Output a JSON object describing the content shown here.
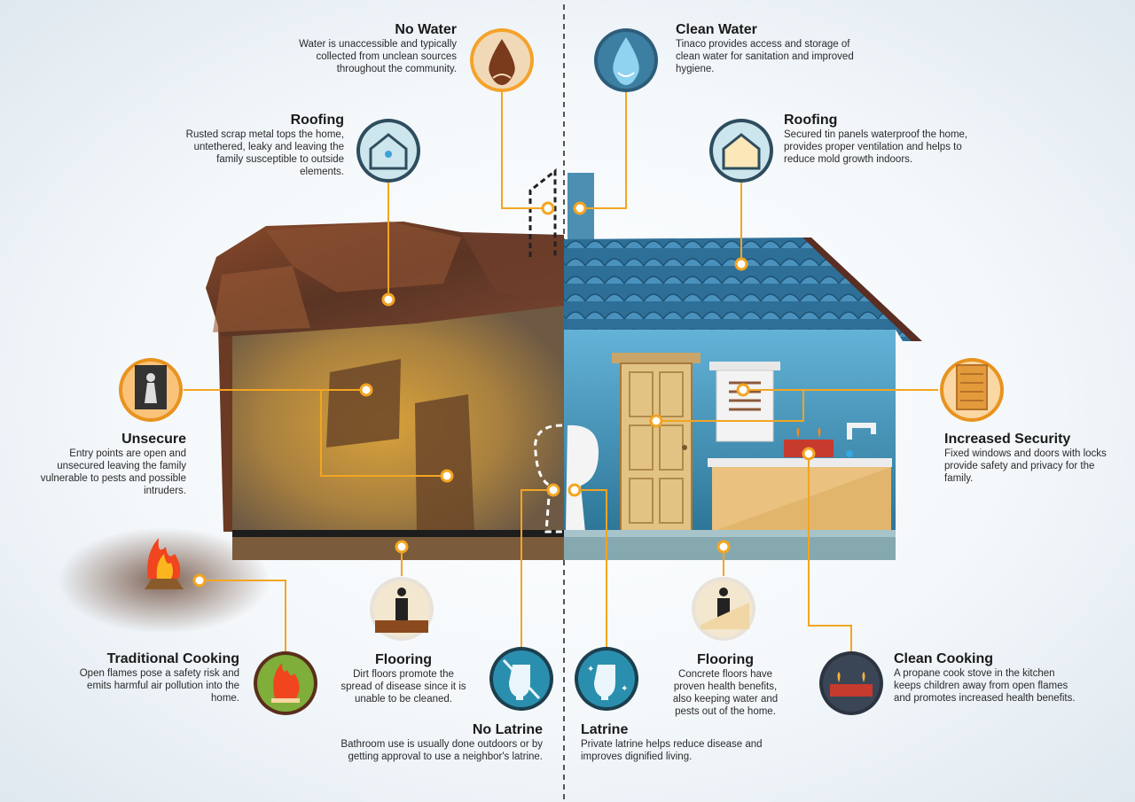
{
  "colors": {
    "connector": "#f3a521",
    "rust": "#6b3a22",
    "clean_wall": "#3d86a8",
    "roof_tile": "#3b7ea6",
    "dirt_floor": "#7a5c3c",
    "concrete_floor": "#86a9b0"
  },
  "left": {
    "no_water": {
      "title": "No Water",
      "desc": "Water is unaccessible and typically collected from unclean sources throughout the community.",
      "icon": "sad-water-drop-icon"
    },
    "roofing": {
      "title": "Roofing",
      "desc": "Rusted scrap metal tops the home, untethered, leaky and leaving the family susceptible to outside elements.",
      "icon": "leaky-house-icon"
    },
    "unsecure": {
      "title": "Unsecure",
      "desc": "Entry points are open and unsecured leaving the family vulnerable to pests and possible intruders.",
      "icon": "open-window-person-icon"
    },
    "traditional_cooking": {
      "title": "Traditional Cooking",
      "desc": "Open flames pose a safety risk and emits harmful air pollution into the home.",
      "icon": "campfire-icon"
    },
    "flooring": {
      "title": "Flooring",
      "desc": "Dirt floors promote the spread of disease since it is unable to be cleaned.",
      "icon": "person-dirt-floor-icon"
    },
    "no_latrine": {
      "title": "No Latrine",
      "desc": "Bathroom use is usually done outdoors or by getting approval to use a neighbor's latrine.",
      "icon": "no-toilet-icon"
    }
  },
  "right": {
    "clean_water": {
      "title": "Clean Water",
      "desc": "Tinaco provides access and storage of clean water for sanitation and improved hygiene.",
      "icon": "happy-water-drop-icon"
    },
    "roofing": {
      "title": "Roofing",
      "desc": "Secured tin panels waterproof the home, provides proper ventilation and helps to reduce mold growth indoors.",
      "icon": "sheltered-house-icon"
    },
    "increased_security": {
      "title": "Increased Security",
      "desc": "Fixed windows and doors with locks provide safety and privacy for the family.",
      "icon": "shuttered-window-icon"
    },
    "clean_cooking": {
      "title": "Clean Cooking",
      "desc": "A propane cook stove in the kitchen keeps children away from open flames and promotes increased health benefits.",
      "icon": "propane-stove-icon"
    },
    "flooring": {
      "title": "Flooring",
      "desc": "Concrete floors have proven health benefits, also keeping water and pests out of the home.",
      "icon": "person-concrete-floor-icon"
    },
    "latrine": {
      "title": "Latrine",
      "desc": "Private latrine helps reduce disease and improves dignified living.",
      "icon": "clean-toilet-icon"
    }
  }
}
